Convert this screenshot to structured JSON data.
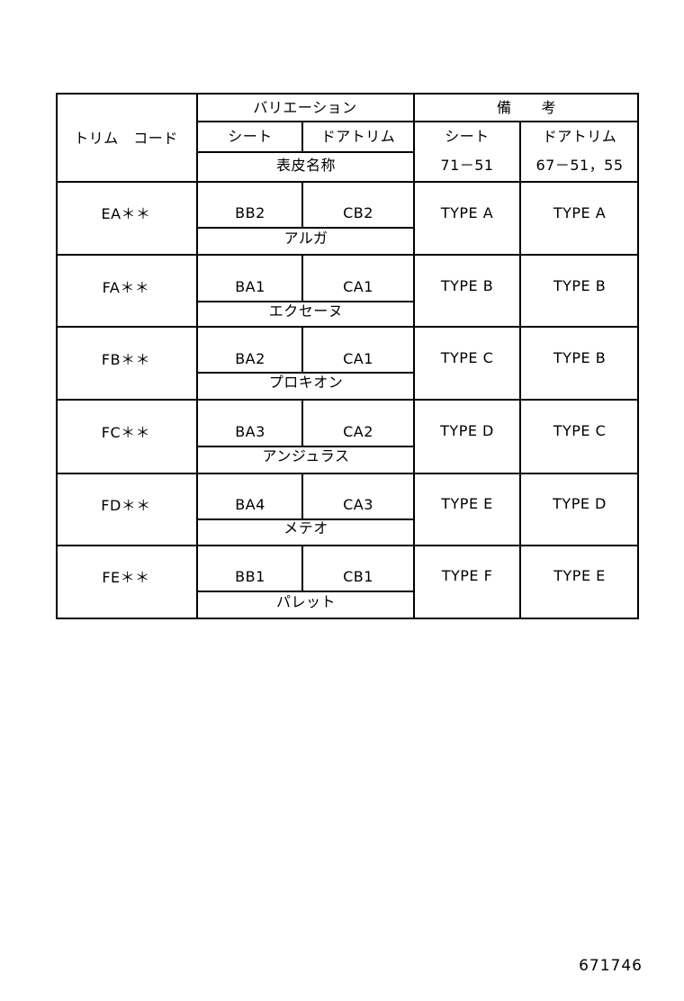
{
  "header": {
    "trim_code": "トリム　コード",
    "variation": "バリエーション",
    "remarks": "備　　考",
    "seat": "シート",
    "door_trim": "ドアトリム",
    "surface_name": "表皮名称",
    "remarks_seat_code": "71－51",
    "remarks_door_code": "67－51，55"
  },
  "rows": [
    {
      "trim": "EA＊＊",
      "seat": "BB2",
      "door": "CB2",
      "name": "アルガ",
      "remark_seat": "TYPE A",
      "remark_door": "TYPE A"
    },
    {
      "trim": "FA＊＊",
      "seat": "BA1",
      "door": "CA1",
      "name": "エクセーヌ",
      "remark_seat": "TYPE B",
      "remark_door": "TYPE B"
    },
    {
      "trim": "FB＊＊",
      "seat": "BA2",
      "door": "CA1",
      "name": "プロキオン",
      "remark_seat": "TYPE C",
      "remark_door": "TYPE B"
    },
    {
      "trim": "FC＊＊",
      "seat": "BA3",
      "door": "CA2",
      "name": "アンジュラス",
      "remark_seat": "TYPE D",
      "remark_door": "TYPE C"
    },
    {
      "trim": "FD＊＊",
      "seat": "BA4",
      "door": "CA3",
      "name": "メテオ",
      "remark_seat": "TYPE E",
      "remark_door": "TYPE D"
    },
    {
      "trim": "FE＊＊",
      "seat": "BB1",
      "door": "CB1",
      "name": "パレット",
      "remark_seat": "TYPE F",
      "remark_door": "TYPE E"
    }
  ],
  "footer": {
    "figure_number": "671746"
  }
}
